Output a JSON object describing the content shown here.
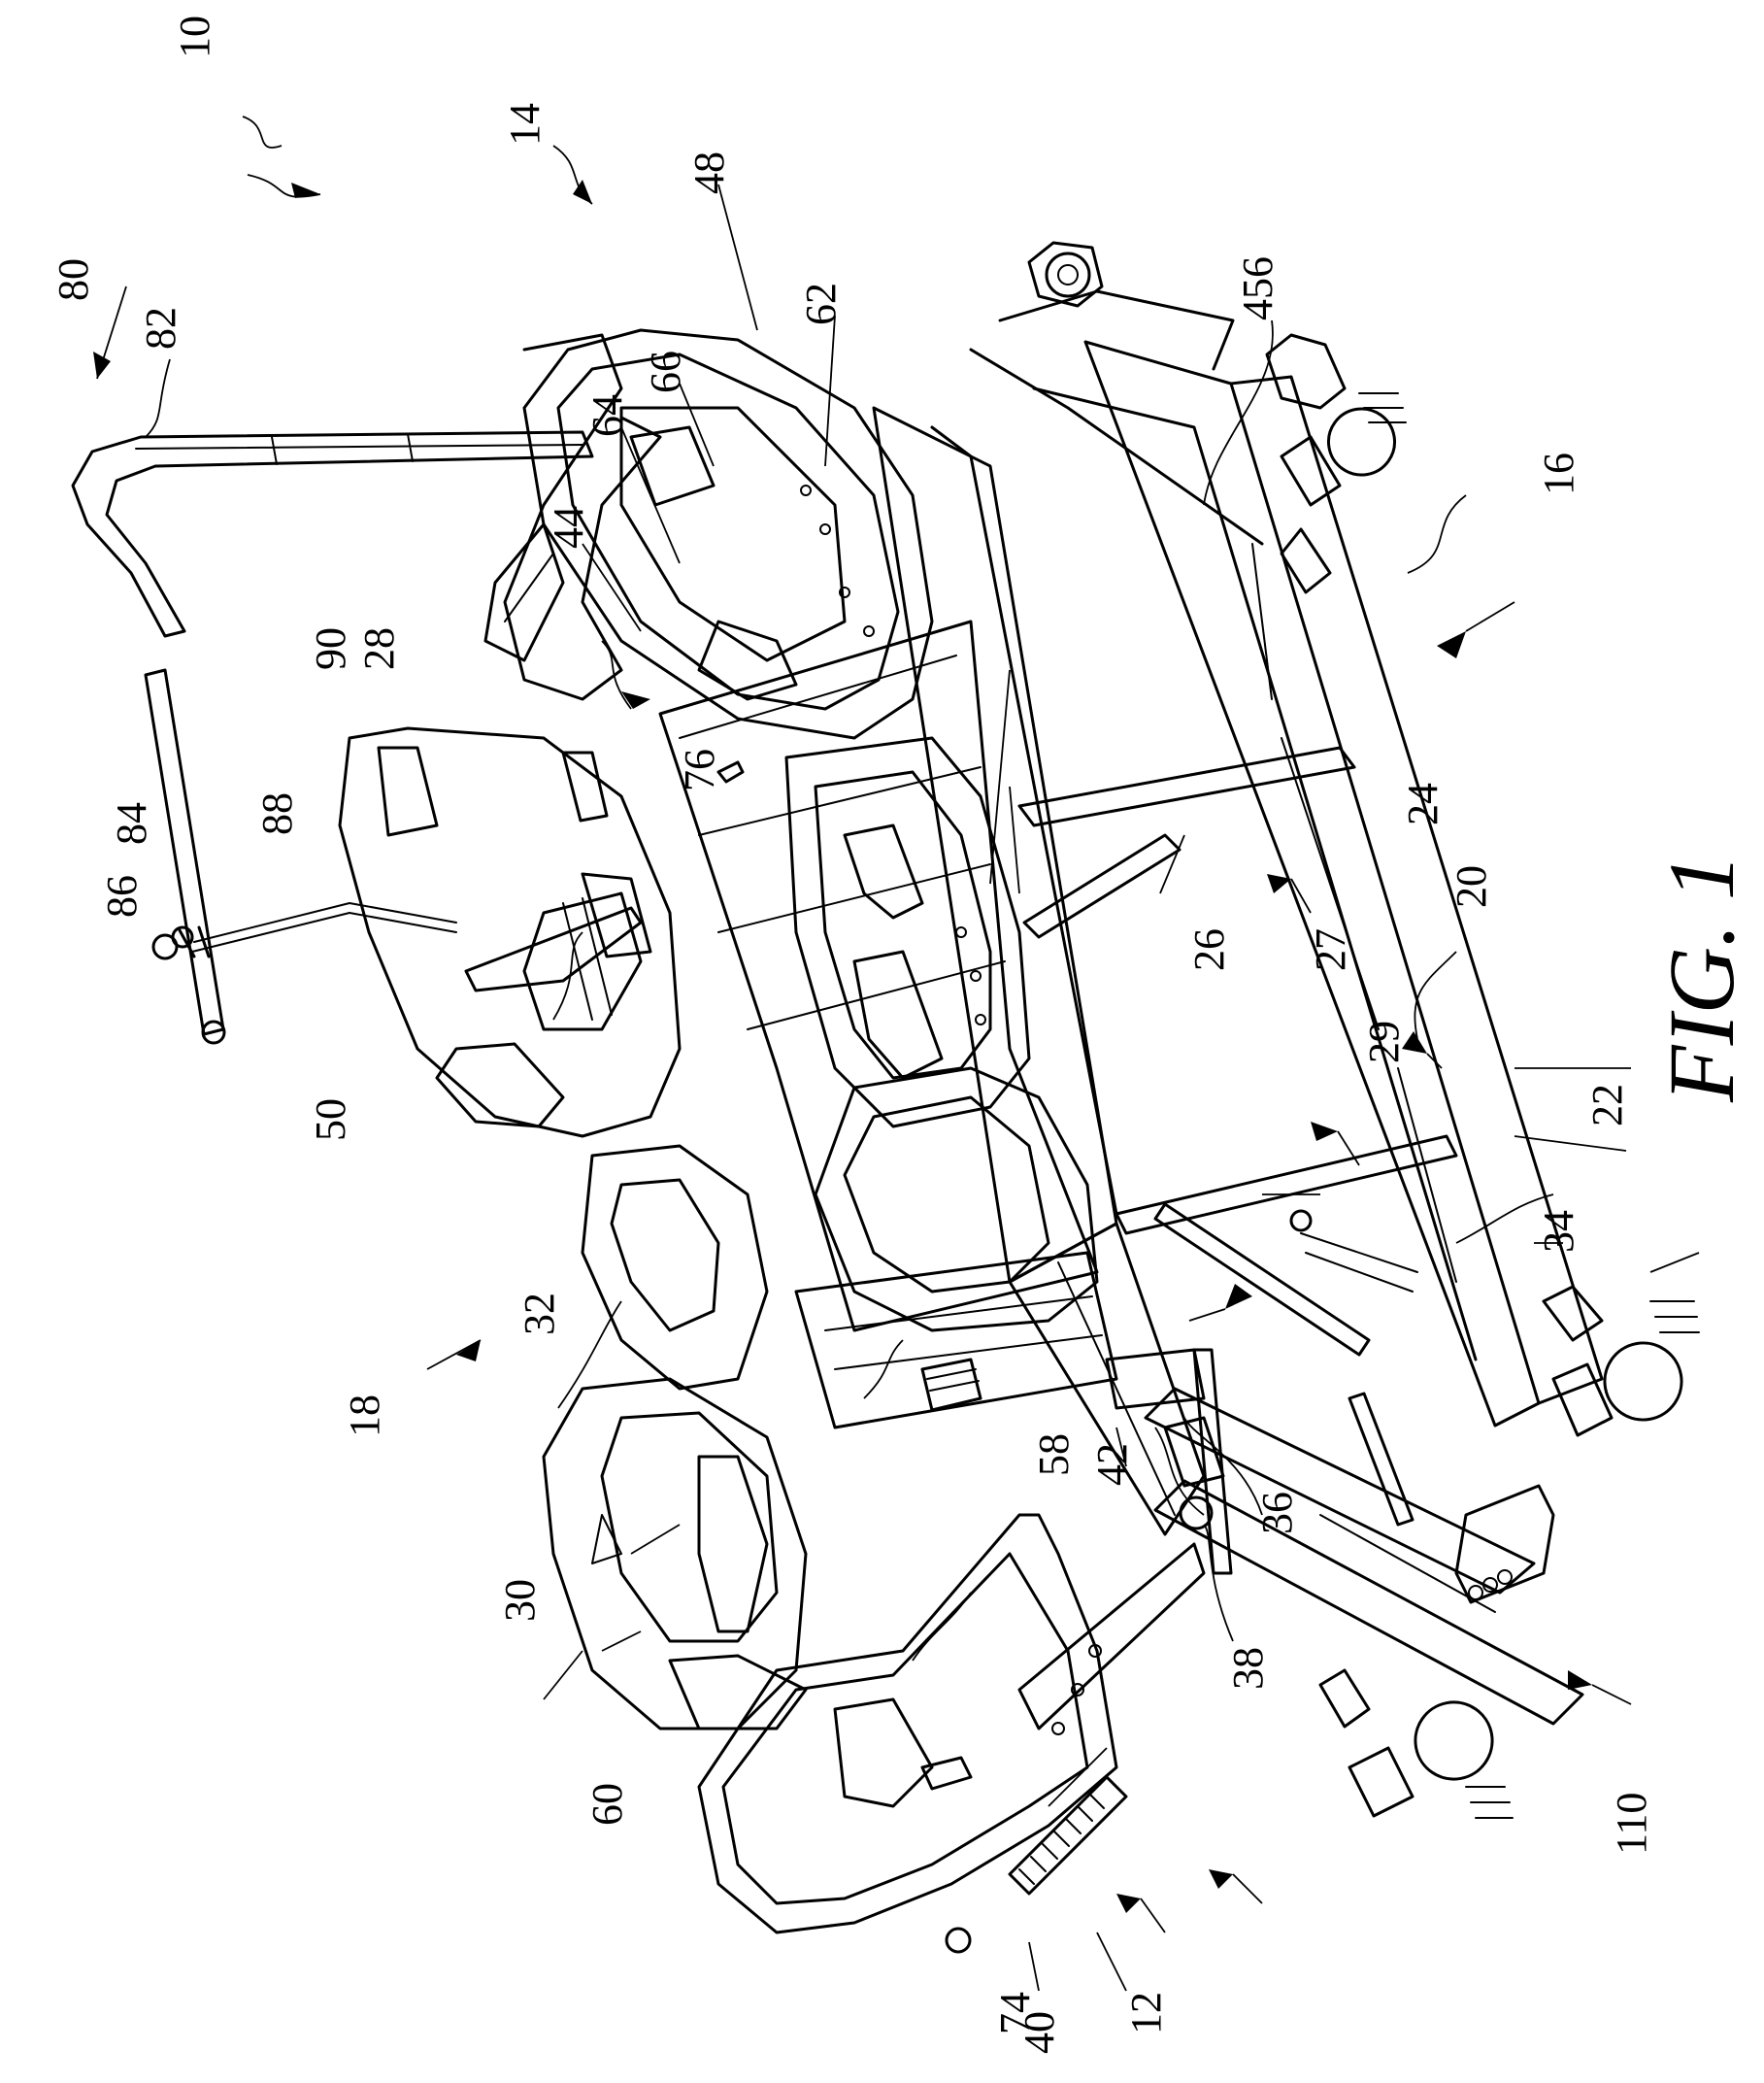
{
  "figure": {
    "caption": "FIG. 1",
    "labels": {
      "l10": "10",
      "l14": "14",
      "l80": "80",
      "l82": "82",
      "l48": "48",
      "l62": "62",
      "l456": "456",
      "l66": "66",
      "l64": "64",
      "l44": "44",
      "l90": "90",
      "l28": "28",
      "l16": "16",
      "l84": "84",
      "l88": "88",
      "l86": "86",
      "l76": "76",
      "l24": "24",
      "l20": "20",
      "l27": "27",
      "l26": "26",
      "l50": "50",
      "l29": "29",
      "l22": "22",
      "l34": "34",
      "l32": "32",
      "l18": "18",
      "l58": "58",
      "l42": "42",
      "l36": "36",
      "l30": "30",
      "l38": "38",
      "l60": "60",
      "l110": "110",
      "l12": "12",
      "l74": "74",
      "l40": "40"
    }
  }
}
